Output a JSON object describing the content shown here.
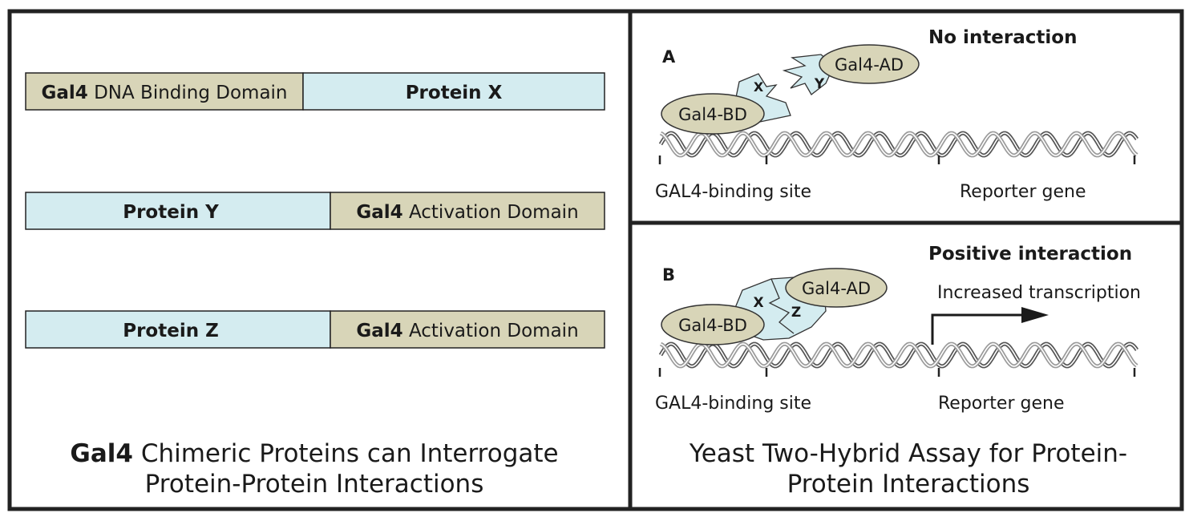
{
  "colors": {
    "gal4_domain": "#d8d5b8",
    "protein": "#d4ecf0",
    "border": "#222222",
    "dna": "#555555"
  },
  "left_panel": {
    "constructs": [
      {
        "gal4": "Gal4",
        "domain": "DNA Binding Domain",
        "protein": "Protein X"
      },
      {
        "gal4": "Gal4",
        "domain": "Activation Domain",
        "protein": "Protein Y"
      },
      {
        "gal4": "Gal4",
        "domain": "Activation Domain",
        "protein": "Protein Z"
      }
    ],
    "caption": {
      "bold": "Gal4",
      "line1": "Chimeric Proteins can Interrogate",
      "line2": "Protein-Protein Interactions"
    }
  },
  "panel_a": {
    "letter": "A",
    "title": "No interaction",
    "bd_label": "Gal4-BD",
    "ad_label": "Gal4-AD",
    "protein1": "X",
    "protein2": "Y",
    "site_label": "GAL4-binding site",
    "reporter_label": "Reporter gene"
  },
  "panel_b": {
    "letter": "B",
    "title": "Positive interaction",
    "bd_label": "Gal4-BD",
    "ad_label": "Gal4-AD",
    "protein1": "X",
    "protein2": "Z",
    "transcription_label": "Increased transcription",
    "site_label": "GAL4-binding site",
    "reporter_label": "Reporter gene"
  },
  "right_caption": {
    "line1": "Yeast Two-Hybrid Assay for Protein-",
    "line2": "Protein Interactions"
  }
}
